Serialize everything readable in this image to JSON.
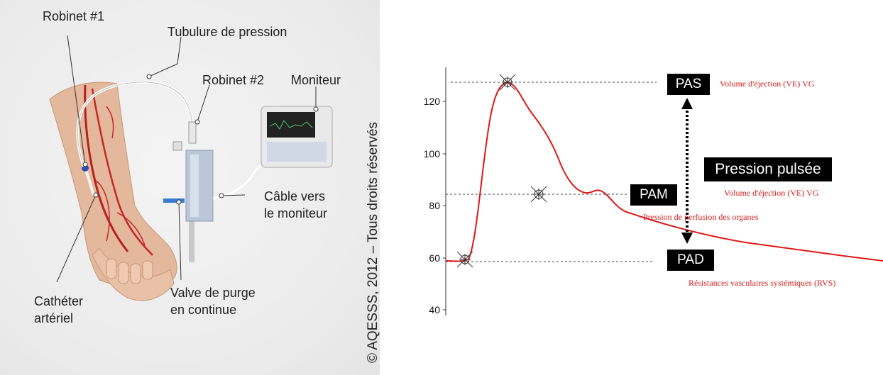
{
  "left_panel": {
    "labels": {
      "robinet1": "Robinet #1",
      "tubulure": "Tubulure de pression",
      "robinet2": "Robinet #2",
      "moniteur": "Moniteur",
      "cable_line1": "Câble vers",
      "cable_line2": "le moniteur",
      "valve_line1": "Valve de purge",
      "valve_line2": "en continue",
      "catheter_line1": "Cathéter",
      "catheter_line2": "artériel"
    },
    "copyright": "© AQESSS, 2012 – Tous droits réservés"
  },
  "right_panel": {
    "y_ticks": [
      "120",
      "100",
      "80",
      "60",
      "40"
    ],
    "boxes": {
      "pas": "PAS",
      "pam": "PAM",
      "pad": "PAD",
      "pulsee": "Pression pulsée"
    },
    "notes": {
      "pas": "Volume d'éjection (VE) VG",
      "pulsee": "Volume d'éjection (VE) VG",
      "pam": "Pression de perfusion des organes",
      "pad": "Résistances vasculaires systémiques (RVS)"
    },
    "curve_color": "#e01818"
  }
}
